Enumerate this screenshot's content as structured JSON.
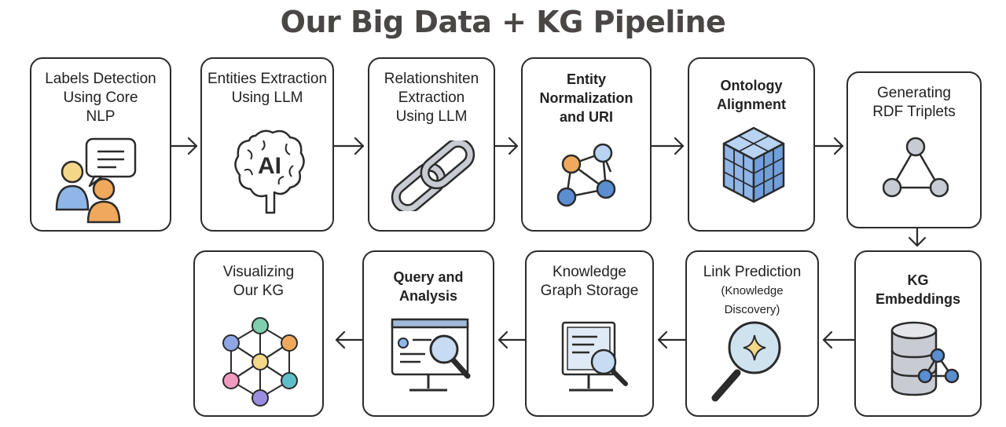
{
  "title": "Our Big Data + KG Pipeline",
  "steps": [
    {
      "lines": [
        "Labels Detection",
        "Using Core",
        "NLP"
      ]
    },
    {
      "lines": [
        "Entities Extraction",
        "Using LLM"
      ]
    },
    {
      "lines": [
        "Relationshiten",
        "Extraction",
        "Using LLM"
      ]
    },
    {
      "lines": [
        "Entity",
        "Normalization",
        "and URI"
      ]
    },
    {
      "lines": [
        "Ontology",
        "Alignment"
      ]
    },
    {
      "lines": [
        "Generating",
        "RDF Triplets"
      ]
    },
    {
      "lines": [
        "KG",
        "Embeddings"
      ]
    },
    {
      "lines": [
        "Link Prediction",
        "(Knowledge Discovery)"
      ]
    },
    {
      "lines": [
        "Knowledge",
        "Graph Storage"
      ]
    },
    {
      "lines": [
        "Query and",
        "Analysis"
      ]
    },
    {
      "lines": [
        "Visualizing",
        "Our KG"
      ]
    }
  ],
  "icons": {
    "ai_brain_text": "AI"
  },
  "colors": {
    "card_border": "#2b2b2b",
    "blue": "#8fb6e6",
    "orange": "#f0a95c",
    "yellow": "#f4d889",
    "gray": "#c8ccd2"
  }
}
